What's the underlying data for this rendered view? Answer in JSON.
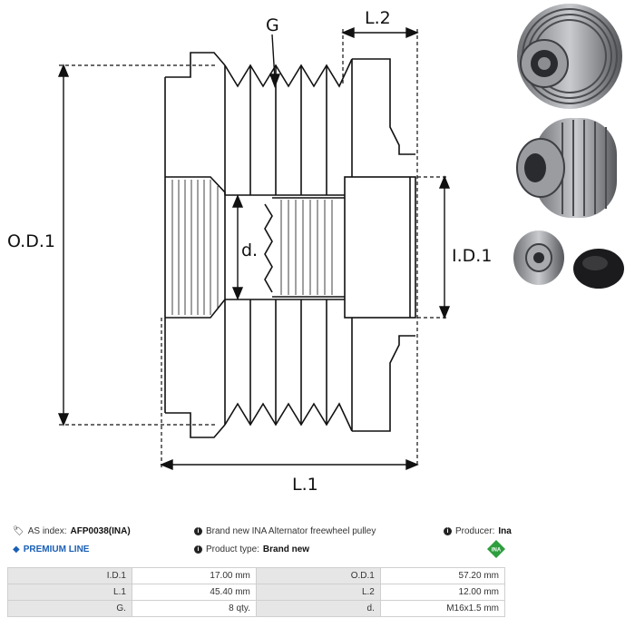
{
  "labels": {
    "G": "G",
    "L2": "L.2",
    "OD1": "O.D.1",
    "ID1": "I.D.1",
    "d": "d.",
    "L1": "L.1"
  },
  "info": {
    "as_index_prefix": "AS index:",
    "as_index_value": "AFP0038(INA)",
    "description": "Brand new INA Alternator freewheel pulley",
    "producer_prefix": "Producer:",
    "producer_value": "Ina",
    "premium": "PREMIUM LINE",
    "type_prefix": "Product type:",
    "type_value": "Brand new",
    "logo_text": "INA"
  },
  "specs": [
    {
      "k1": "I.D.1",
      "v1": "17.00 mm",
      "k2": "O.D.1",
      "v2": "57.20 mm"
    },
    {
      "k1": "L.1",
      "v1": "45.40 mm",
      "k2": "L.2",
      "v2": "12.00 mm"
    },
    {
      "k1": "G.",
      "v1": "8 qty.",
      "k2": "d.",
      "v2": "M16x1.5 mm"
    }
  ],
  "colors": {
    "premium": "#1a5fb4",
    "logo": "#2e9e3e",
    "header_cell": "#e6e6e6"
  },
  "icons": {
    "tag": "tag-icon",
    "info": "info-icon",
    "diamond": "diamond-icon",
    "logo": "ina-logo-icon"
  }
}
